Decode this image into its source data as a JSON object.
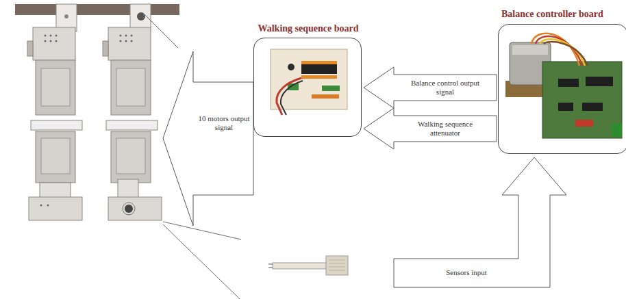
{
  "diagram": {
    "nodes": [
      {
        "text": [
          "Walking sequence board"
        ]
      },
      {
        "text": [
          "Balance controller board"
        ]
      },
      {
        "text": [
          "10 motors output signal"
        ]
      },
      {
        "text": [
          "Sensors input"
        ]
      }
    ],
    "edges": [
      {
        "from": 1,
        "to": 0,
        "arrow": "to",
        "label": "Balance control output signal"
      },
      {
        "from": 1,
        "to": 0,
        "arrow": "to",
        "label": "Walking sequence attenuator"
      }
    ]
  }
}
